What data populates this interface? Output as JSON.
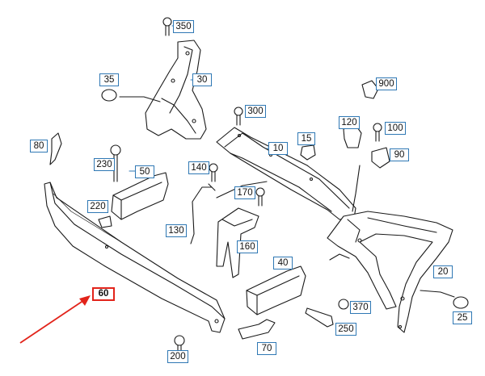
{
  "diagram": {
    "callouts": [
      {
        "id": "c350",
        "label": "350"
      },
      {
        "id": "c35",
        "label": "35"
      },
      {
        "id": "c30",
        "label": "30"
      },
      {
        "id": "c900",
        "label": "900"
      },
      {
        "id": "c300",
        "label": "300"
      },
      {
        "id": "c120",
        "label": "120"
      },
      {
        "id": "c100",
        "label": "100"
      },
      {
        "id": "c15",
        "label": "15"
      },
      {
        "id": "c10",
        "label": "10"
      },
      {
        "id": "c80",
        "label": "80"
      },
      {
        "id": "c90",
        "label": "90"
      },
      {
        "id": "c230",
        "label": "230"
      },
      {
        "id": "c50",
        "label": "50"
      },
      {
        "id": "c140",
        "label": "140"
      },
      {
        "id": "c170",
        "label": "170"
      },
      {
        "id": "c220",
        "label": "220"
      },
      {
        "id": "c130",
        "label": "130"
      },
      {
        "id": "c160",
        "label": "160"
      },
      {
        "id": "c40",
        "label": "40"
      },
      {
        "id": "c20",
        "label": "20"
      },
      {
        "id": "c60",
        "label": "60",
        "highlighted": true
      },
      {
        "id": "c370",
        "label": "370"
      },
      {
        "id": "c25",
        "label": "25"
      },
      {
        "id": "c250",
        "label": "250"
      },
      {
        "id": "c70",
        "label": "70"
      },
      {
        "id": "c200",
        "label": "200"
      }
    ],
    "colors": {
      "callout_border": "#2f78b4",
      "highlight": "#e2231a",
      "line_art": "#1a1a1a"
    }
  }
}
